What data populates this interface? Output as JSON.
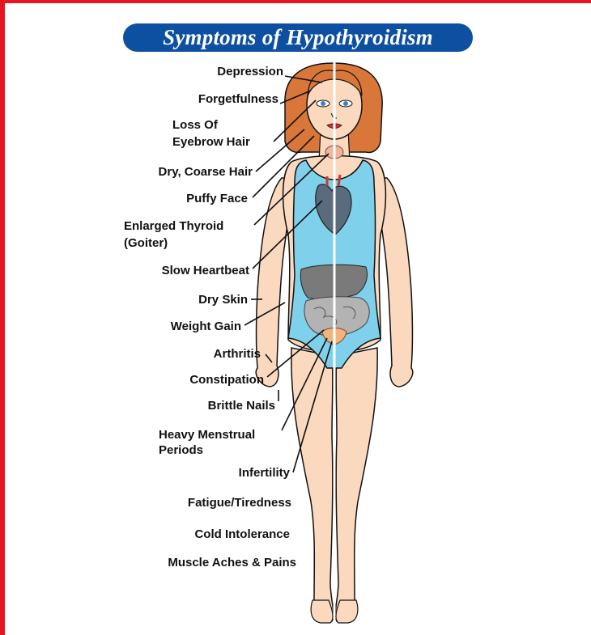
{
  "title": "Symptoms of Hypothyroidism",
  "colors": {
    "frame": "#e4161f",
    "title_bg": "#0d4fa0",
    "skin": "#fbd9bf",
    "swimsuit": "#7fd0ea",
    "hair": "#d9773a"
  },
  "symptoms": {
    "depression": "Depression",
    "forgetfulness": "Forgetfulness",
    "loss_of_eyebrow_1": "Loss Of",
    "loss_of_eyebrow_2": "Eyebrow Hair",
    "dry_coarse_hair": "Dry, Coarse Hair",
    "puffy_face": "Puffy Face",
    "enlarged_thyroid_1": "Enlarged Thyroid",
    "enlarged_thyroid_2": "(Goiter)",
    "slow_heartbeat": "Slow Heartbeat",
    "dry_skin": "Dry Skin",
    "weight_gain": "Weight Gain",
    "arthritis": "Arthritis",
    "constipation": "Constipation",
    "brittle_nails": "Brittle Nails",
    "heavy_menstrual_1": "Heavy Menstrual",
    "heavy_menstrual_2": "Periods",
    "infertility": "Infertility",
    "fatigue": "Fatigue/Tiredness",
    "cold_intolerance": "Cold Intolerance",
    "muscle_aches": "Muscle Aches & Pains"
  }
}
